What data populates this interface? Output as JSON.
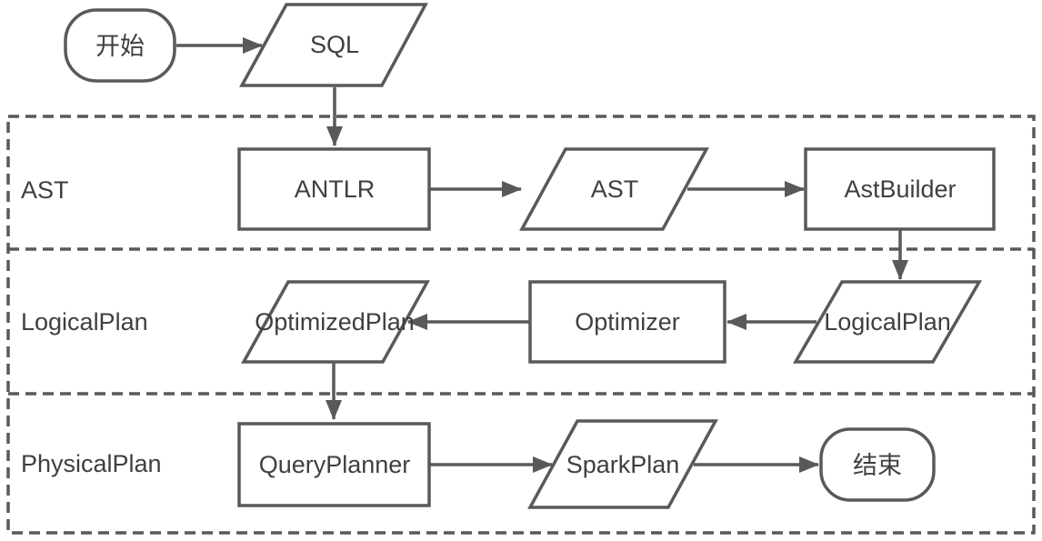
{
  "diagram": {
    "background": "#ffffff",
    "stroke_color": "#595959",
    "text_color": "#3f3f3f",
    "lanes": [
      {
        "label": "AST"
      },
      {
        "label": "LogicalPlan"
      },
      {
        "label": "PhysicalPlan"
      }
    ],
    "nodes": {
      "start": {
        "label": "开始",
        "shape": "terminator"
      },
      "sql": {
        "label": "SQL",
        "shape": "parallelogram"
      },
      "antlr": {
        "label": "ANTLR",
        "shape": "rectangle"
      },
      "ast": {
        "label": "AST",
        "shape": "parallelogram"
      },
      "astBuilder": {
        "label": "AstBuilder",
        "shape": "rectangle"
      },
      "logicalPlan": {
        "label": "LogicalPlan",
        "shape": "parallelogram"
      },
      "optimizer": {
        "label": "Optimizer",
        "shape": "rectangle"
      },
      "optimizedPlan": {
        "label": "OptimizedPlan",
        "shape": "parallelogram"
      },
      "queryPlanner": {
        "label": "QueryPlanner",
        "shape": "rectangle"
      },
      "sparkPlan": {
        "label": "SparkPlan",
        "shape": "parallelogram"
      },
      "end": {
        "label": "结束",
        "shape": "terminator"
      }
    },
    "edges": [
      {
        "from": "start",
        "to": "sql"
      },
      {
        "from": "sql",
        "to": "antlr"
      },
      {
        "from": "antlr",
        "to": "ast"
      },
      {
        "from": "ast",
        "to": "astBuilder"
      },
      {
        "from": "astBuilder",
        "to": "logicalPlan"
      },
      {
        "from": "logicalPlan",
        "to": "optimizer"
      },
      {
        "from": "optimizer",
        "to": "optimizedPlan"
      },
      {
        "from": "optimizedPlan",
        "to": "queryPlanner"
      },
      {
        "from": "queryPlanner",
        "to": "sparkPlan"
      },
      {
        "from": "sparkPlan",
        "to": "end"
      }
    ]
  }
}
